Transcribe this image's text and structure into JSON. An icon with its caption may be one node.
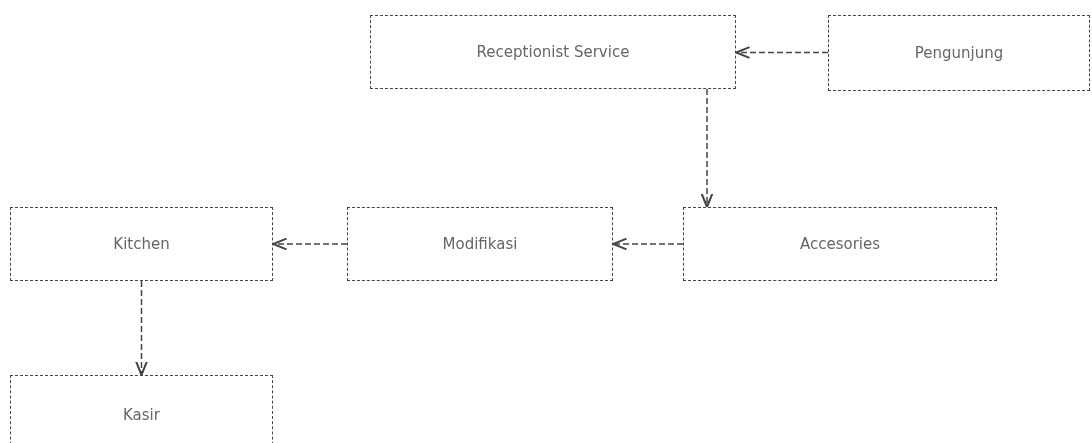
{
  "diagram": {
    "nodes": [
      {
        "text": [
          "Receptionist Service"
        ]
      },
      {
        "text": [
          "Pengunjung"
        ]
      },
      {
        "text": [
          "Accesories"
        ]
      },
      {
        "text": [
          "Modifikasi"
        ]
      },
      {
        "text": [
          "Kitchen"
        ]
      },
      {
        "text": [
          "Kasir"
        ]
      }
    ],
    "edges": [
      {
        "from": 1,
        "to": 0,
        "arrow": "to"
      },
      {
        "from": 0,
        "to": 2,
        "arrow": "to"
      },
      {
        "from": 2,
        "to": 3,
        "arrow": "to"
      },
      {
        "from": 3,
        "to": 4,
        "arrow": "to"
      },
      {
        "from": 4,
        "to": 5,
        "arrow": "to"
      }
    ]
  }
}
